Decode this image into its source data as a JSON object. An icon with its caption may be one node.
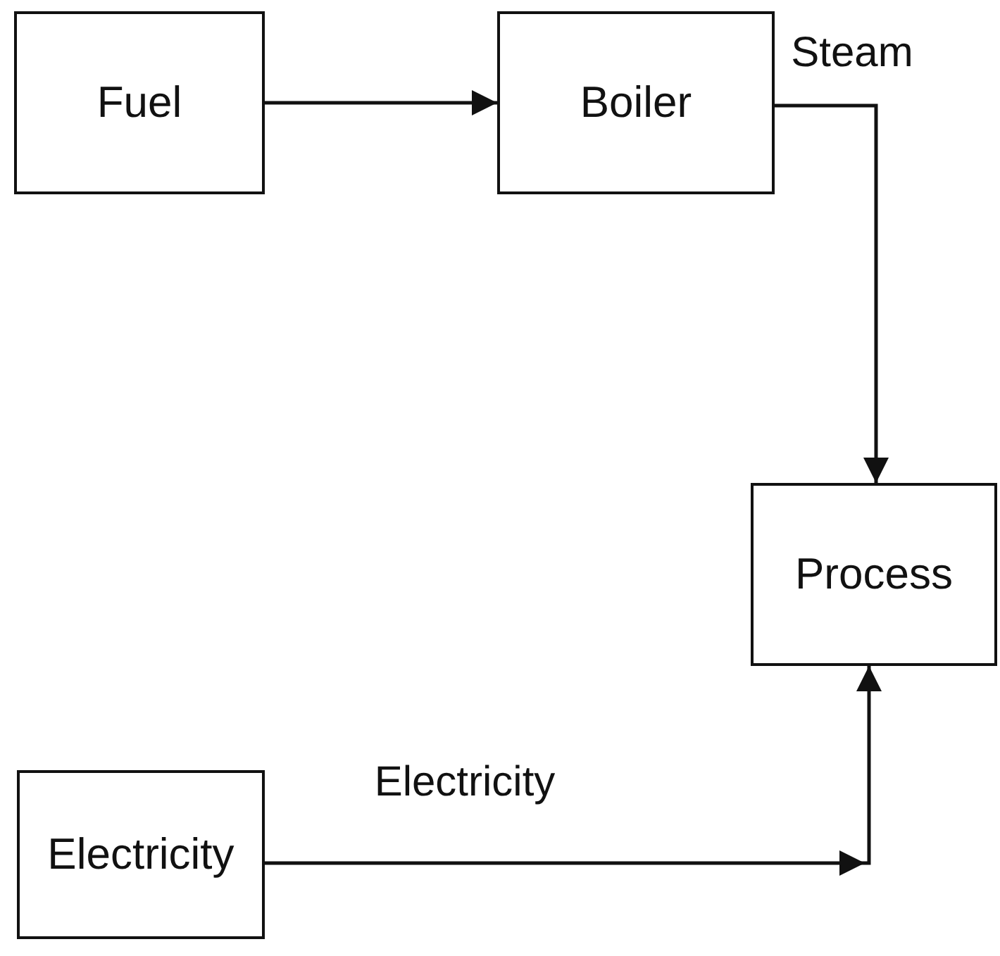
{
  "diagram": {
    "nodes": [
      {
        "text": [
          "Fuel"
        ]
      },
      {
        "text": [
          "Boiler"
        ]
      },
      {
        "text": [
          "Process"
        ]
      },
      {
        "text": [
          "Electricity"
        ]
      }
    ],
    "edges": [
      {
        "from": 0,
        "to": 1,
        "arrow": "to"
      },
      {
        "from": 1,
        "to": 2,
        "arrow": "to",
        "label": "Steam"
      },
      {
        "from": 3,
        "to": 2,
        "arrow": "to",
        "label": "Electricity"
      }
    ]
  }
}
